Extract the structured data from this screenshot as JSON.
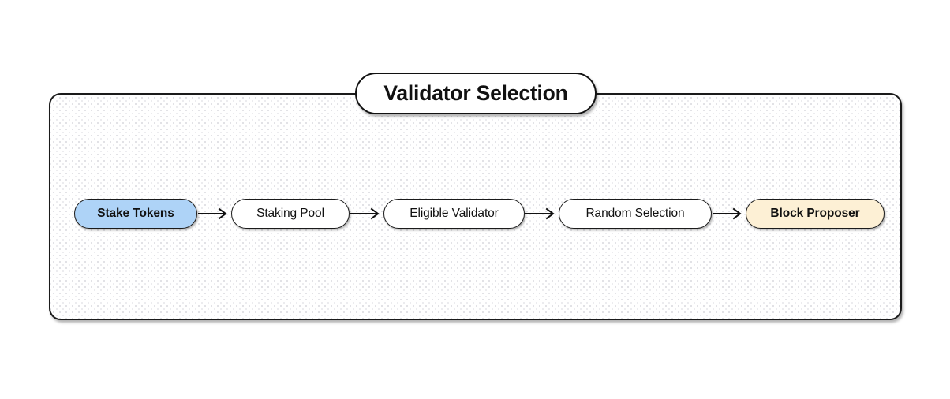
{
  "diagram": {
    "title": "Validator Selection",
    "type": "flowchart-left-to-right",
    "background": {
      "pattern": "dotted-grid",
      "canvas_color": "#ffffff",
      "dot_color": "#d9d9de",
      "border_color": "#1b1b1b"
    },
    "colors": {
      "start_node_fill": "#aed3f7",
      "end_node_fill": "#fdf0d5",
      "default_node_fill": "#ffffff",
      "stroke": "#1b1b1b",
      "text": "#111111"
    },
    "nodes": [
      {
        "id": "stake-tokens",
        "label": "Stake Tokens",
        "fill": "#aed3f7",
        "emphasis": true
      },
      {
        "id": "staking-pool",
        "label": "Staking Pool",
        "fill": "#ffffff",
        "emphasis": false
      },
      {
        "id": "eligible-validator",
        "label": "Eligible Validator",
        "fill": "#ffffff",
        "emphasis": false
      },
      {
        "id": "random-selection",
        "label": "Random Selection",
        "fill": "#ffffff",
        "emphasis": false
      },
      {
        "id": "block-proposer",
        "label": "Block Proposer",
        "fill": "#fdf0d5",
        "emphasis": true
      }
    ],
    "edges": [
      {
        "from": "stake-tokens",
        "to": "staking-pool",
        "arrow": "arrow-right-icon"
      },
      {
        "from": "staking-pool",
        "to": "eligible-validator",
        "arrow": "arrow-right-icon"
      },
      {
        "from": "eligible-validator",
        "to": "random-selection",
        "arrow": "arrow-right-icon"
      },
      {
        "from": "random-selection",
        "to": "block-proposer",
        "arrow": "arrow-right-icon"
      }
    ]
  }
}
